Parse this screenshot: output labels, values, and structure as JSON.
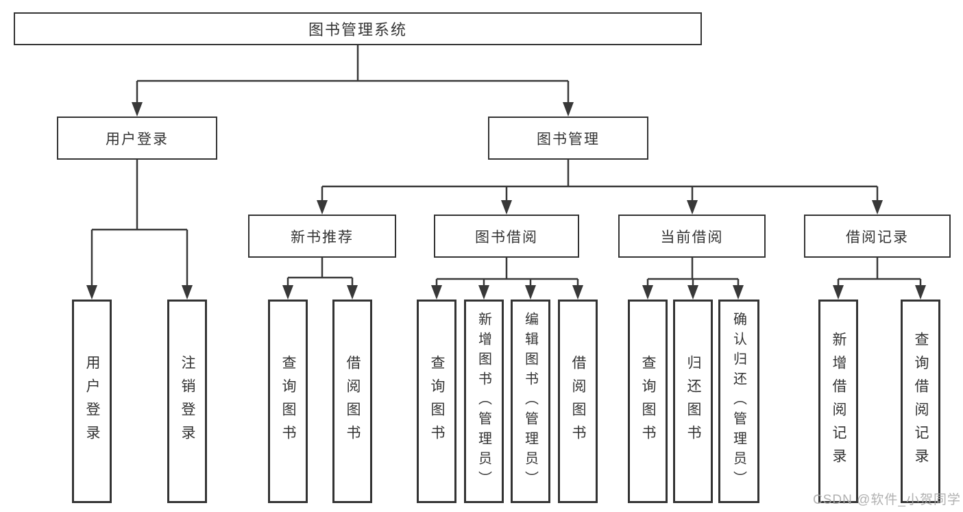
{
  "diagram": {
    "type": "hierarchy",
    "colors": {
      "line": "#383838",
      "border": "#333333",
      "text": "#333333",
      "watermark": "#a9a9a9",
      "background": "#ffffff"
    },
    "tree": {
      "label": "图书管理系统",
      "children": [
        {
          "label": "用户登录",
          "children": [
            {
              "label": "用户登录"
            },
            {
              "label": "注销登录"
            }
          ]
        },
        {
          "label": "图书管理",
          "children": [
            {
              "label": "新书推荐",
              "children": [
                {
                  "label": "查询图书"
                },
                {
                  "label": "借阅图书"
                }
              ]
            },
            {
              "label": "图书借阅",
              "children": [
                {
                  "label": "查询图书"
                },
                {
                  "label": "新增图书（管理员）"
                },
                {
                  "label": "编辑图书（管理员）"
                },
                {
                  "label": "借阅图书"
                }
              ]
            },
            {
              "label": "当前借阅",
              "children": [
                {
                  "label": "查询图书"
                },
                {
                  "label": "归还图书"
                },
                {
                  "label": "确认归还（管理员）"
                }
              ]
            },
            {
              "label": "借阅记录",
              "children": [
                {
                  "label": "新增借阅记录"
                },
                {
                  "label": "查询借阅记录"
                }
              ]
            }
          ]
        }
      ]
    },
    "watermark": "CSDN @软件_小贺同学"
  }
}
